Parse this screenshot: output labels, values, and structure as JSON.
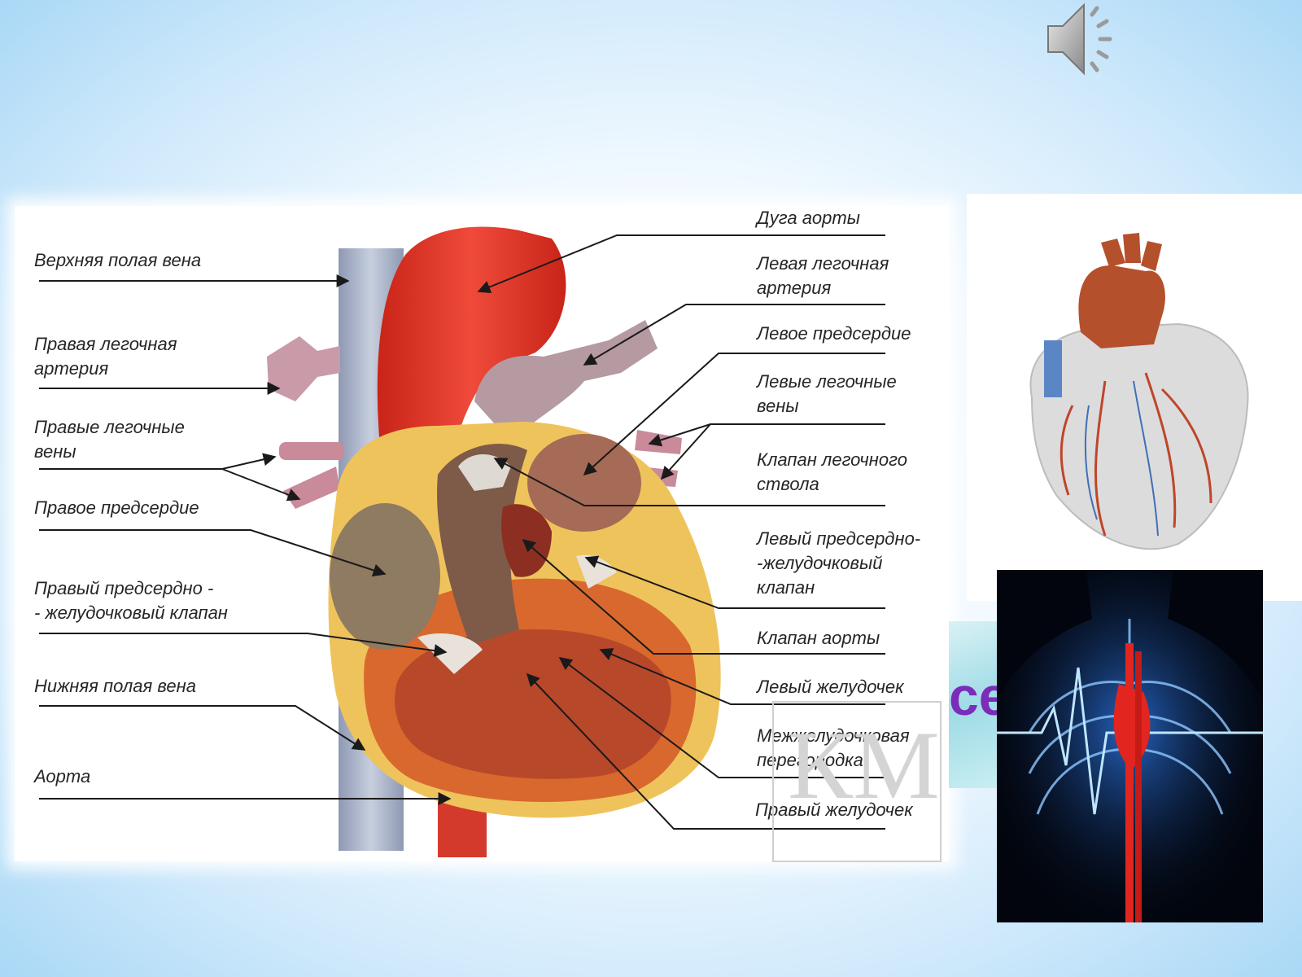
{
  "labels_left": [
    {
      "id": "superior-vena-cava",
      "text": "Верхняя полая вена"
    },
    {
      "id": "right-pulmonary-artery",
      "text": "Правая легочная\nартерия"
    },
    {
      "id": "right-pulmonary-veins",
      "text": "Правые легочные\nвены"
    },
    {
      "id": "right-atrium",
      "text": "Правое предсердие"
    },
    {
      "id": "right-av-valve",
      "text": "Правый предсердно -\n- желудочковый клапан"
    },
    {
      "id": "inferior-vena-cava",
      "text": "Нижняя полая вена"
    },
    {
      "id": "aorta",
      "text": "Аорта"
    }
  ],
  "labels_right": [
    {
      "id": "aortic-arch",
      "text": "Дуга аорты"
    },
    {
      "id": "left-pulmonary-artery",
      "text": "Левая легочная\nартерия"
    },
    {
      "id": "left-atrium",
      "text": "Левое предсердие"
    },
    {
      "id": "left-pulmonary-veins",
      "text": "Левые легочные\nвены"
    },
    {
      "id": "pulmonary-valve",
      "text": "Клапан легочного\nствола"
    },
    {
      "id": "left-av-valve",
      "text": "Левый предсердно-\n-желудочковый\nклапан"
    },
    {
      "id": "aortic-valve",
      "text": "Клапан аорты"
    },
    {
      "id": "left-ventricle",
      "text": "Левый желудочек"
    },
    {
      "id": "interventricular-septum",
      "text": "Межжелудочковая\nперегородка"
    },
    {
      "id": "right-ventricle",
      "text": "Правый желудочек"
    }
  ],
  "partial_title": "се",
  "icons": {
    "speaker": "speaker-icon"
  },
  "colors": {
    "aorta_red": "#e0362a",
    "vein_blue": "#a9b3c9",
    "muscle_orange": "#d9682e",
    "fat_yellow": "#efc35c",
    "title_purple": "#7b2cb8"
  }
}
